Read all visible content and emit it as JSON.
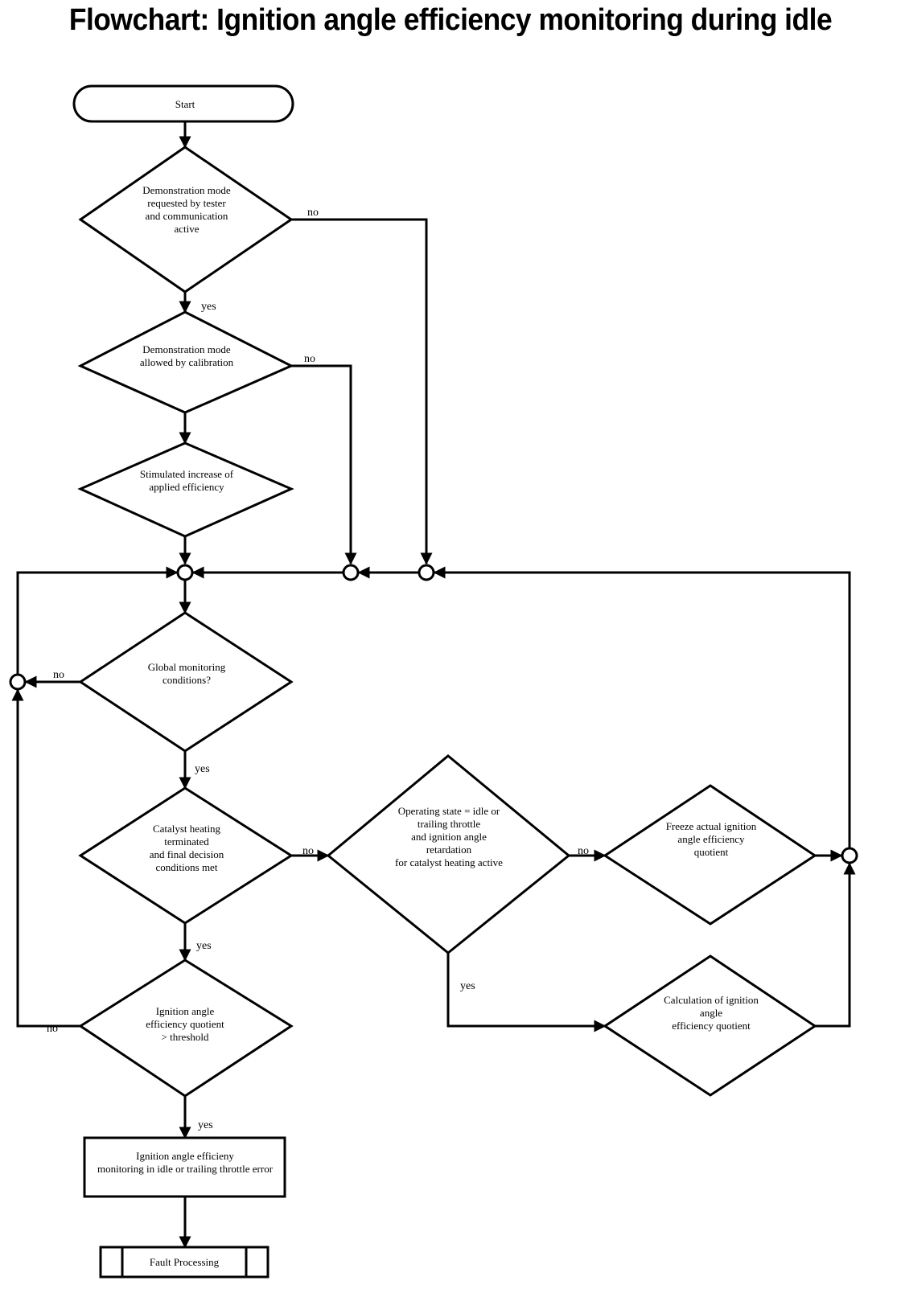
{
  "title": "Flowchart: Ignition angle efficiency monitoring during idle",
  "nodes": {
    "start": [
      "Start"
    ],
    "demo_requested": [
      "Demonstration mode",
      "requested by tester",
      "and communication",
      "active"
    ],
    "demo_allowed": [
      "Demonstration mode",
      "allowed by calibration"
    ],
    "stimulated_increase": [
      "Stimulated increase of",
      "applied efficiency"
    ],
    "global_conditions": [
      "Global monitoring",
      "conditions?"
    ],
    "catalyst_heating": [
      "Catalyst heating",
      "terminated",
      "and final decision",
      "conditions met"
    ],
    "operating_state": [
      "Operating state = idle or",
      "trailing throttle",
      "and ignition angle",
      "retardation",
      "for catalyst heating active"
    ],
    "freeze_quotient": [
      "Freeze actual ignition",
      "angle efficiency",
      "quotient"
    ],
    "calc_quotient": [
      "Calculation of ignition",
      "angle",
      "efficiency quotient"
    ],
    "threshold_check": [
      "Ignition angle",
      "efficiency quotient",
      "> threshold"
    ],
    "monitoring_error": [
      "Ignition angle efficieny",
      "monitoring in idle or trailing throttle error"
    ],
    "fault_processing": [
      "Fault Processing"
    ]
  },
  "branches": {
    "yes": "yes",
    "no": "no"
  }
}
